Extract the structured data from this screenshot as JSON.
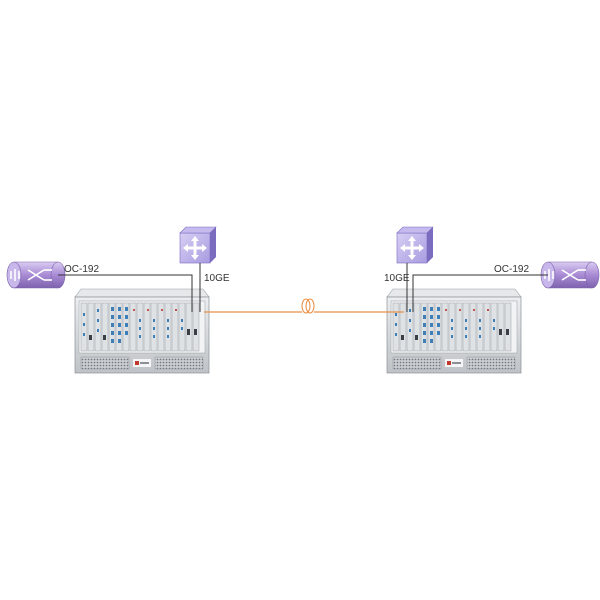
{
  "labels": {
    "left_link": "OC-192",
    "left_port": "10GE",
    "right_port": "10GE",
    "right_link": "OC-192"
  },
  "colors": {
    "fiber": "#e8914a",
    "router": "#a98bd4",
    "switch": "#a99be0",
    "chassis": "#d6d8da",
    "wire": "#333333"
  },
  "icons": {
    "left_router": "router-icon",
    "left_switch": "switch-icon",
    "right_switch": "switch-icon",
    "right_router": "router-icon",
    "fiber_loop": "fiber-coil-icon",
    "chassis": "transport-chassis-icon"
  }
}
